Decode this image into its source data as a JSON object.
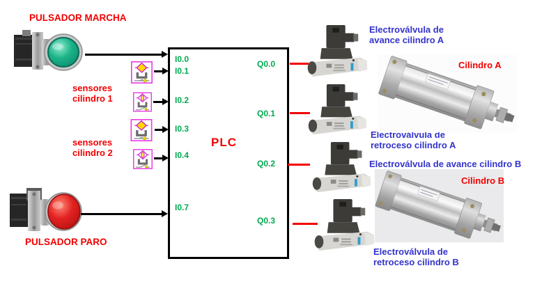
{
  "colors": {
    "red_text": "#f20000",
    "green_io": "#00ab50",
    "blue_label": "#3333cc",
    "sensor_magenta": "#ea3fe5",
    "wire_red": "#f30000",
    "wire_black": "#000000"
  },
  "buttons": {
    "start_label": "PULSADOR MARCHA",
    "stop_label": "PULSADOR PARO"
  },
  "sensor_groups": [
    {
      "line1": "sensores",
      "line2": "cilindro 1"
    },
    {
      "line1": "sensores",
      "line2": "cilindro 2"
    }
  ],
  "sensors": [
    {
      "input": "I0.1",
      "state": "active"
    },
    {
      "input": "I0.2",
      "state": "inactive"
    },
    {
      "input": "I0.3",
      "state": "active"
    },
    {
      "input": "I0.4",
      "state": "inactive"
    }
  ],
  "plc": {
    "title": "PLC",
    "inputs": [
      "I0.0",
      "I0.1",
      "I0.2",
      "I0.3",
      "I0.4",
      "I0.7"
    ],
    "outputs": [
      "Q0.0",
      "Q0.1",
      "Q0.2",
      "Q0.3"
    ]
  },
  "valve_labels": [
    {
      "line1": "Electroválvula de",
      "line2": "avance cilindro A"
    },
    {
      "line1": "Electroválvula de",
      "line2": "retroceso cilindro A"
    },
    {
      "line1": "Electroválvula de avance cilindro B",
      "line2": ""
    },
    {
      "line1": "Electroválvula de",
      "line2": "retroceso cilindro B"
    }
  ],
  "cylinders": {
    "a_label": "Cilindro A",
    "b_label": "Cilindro B"
  }
}
